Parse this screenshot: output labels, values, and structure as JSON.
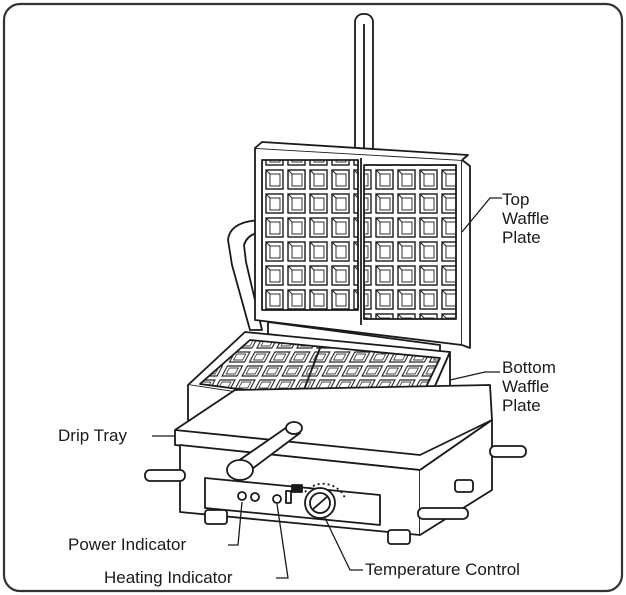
{
  "labels": {
    "top_plate": [
      "Top",
      "Waffle",
      "Plate"
    ],
    "bottom_plate": [
      "Bottom",
      "Waffle",
      "Plate"
    ],
    "drip_tray": "Drip Tray",
    "power_indicator": "Power Indicator",
    "heating_indicator": "Heating Indicator",
    "temperature_control": "Temperature Control"
  },
  "colors": {
    "line": "#1a1a1a",
    "frame": "#333333",
    "fill": "#ffffff",
    "shade": "#d9d9d9"
  }
}
